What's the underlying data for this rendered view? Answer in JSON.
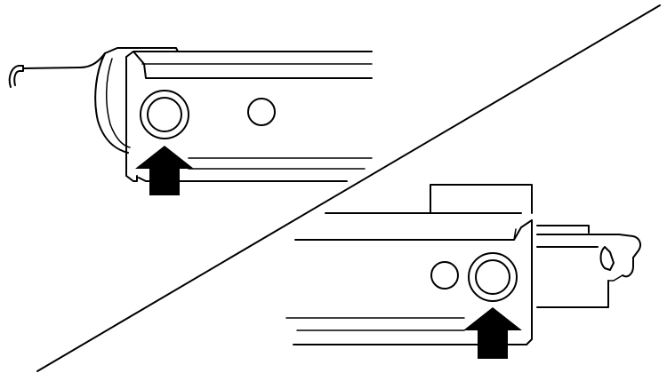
{
  "diagram": {
    "panels": [
      {
        "id": "top-left",
        "component": "rail-end",
        "callouts": [
          {
            "type": "arrow",
            "direction": "up",
            "target": "bolt"
          }
        ],
        "features": [
          "bolt",
          "hole",
          "hook-clip"
        ]
      },
      {
        "id": "bottom-right",
        "component": "rail-end",
        "callouts": [
          {
            "type": "arrow",
            "direction": "up",
            "target": "bolt"
          }
        ],
        "features": [
          "bolt",
          "hole",
          "bracket",
          "clip-tab"
        ]
      }
    ],
    "divider": "diagonal",
    "colors": {
      "line": "#000000",
      "background": "#ffffff"
    }
  }
}
